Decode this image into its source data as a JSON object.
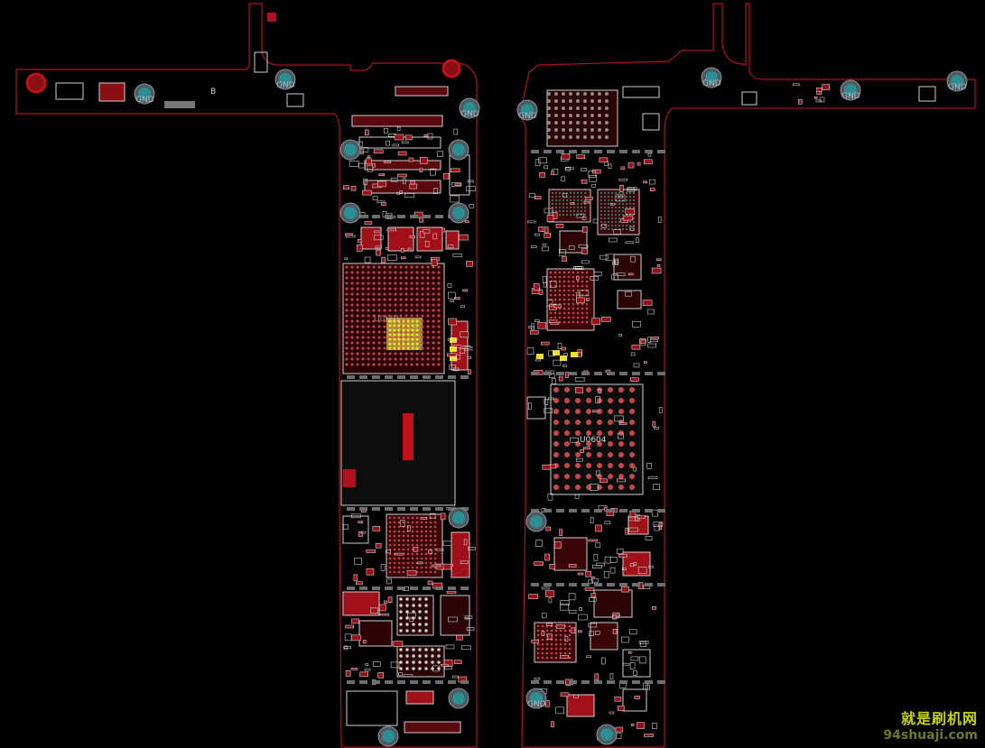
{
  "diagram": {
    "colors": {
      "background": "#000000",
      "outline": "#b01020",
      "component_fill": "#8a0f14",
      "pad_outline": "#cfcfcf",
      "via": "#2a8e92",
      "highlight": "#f0e020"
    },
    "labels": {
      "gnd": "GND",
      "left_small": "B",
      "left_chip": "U0601",
      "right_chip": "U0604"
    }
  },
  "watermark": {
    "chinese": "就是刷机网",
    "url": "94shuaji.com"
  }
}
